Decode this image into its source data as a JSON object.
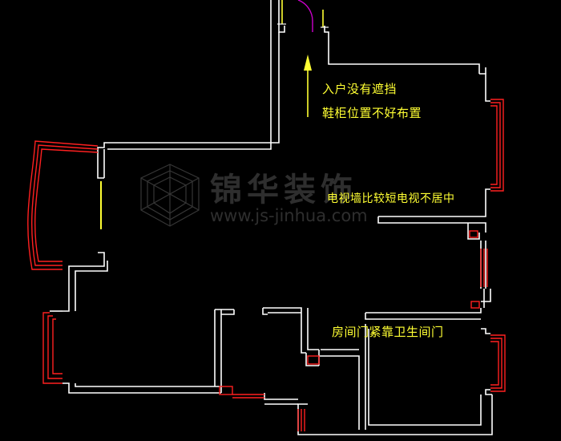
{
  "annotations": {
    "entry_no_screen": "入户没有遮挡",
    "shoe_cabinet": "鞋柜位置不好布置",
    "tv_wall": "电视墙比较短电视不居中",
    "bedroom_door": "房间门紧靠卫生间门"
  },
  "watermark": {
    "brand": "锦华装饰",
    "url": "www.js-jinhua.com"
  },
  "colors": {
    "background": "#000000",
    "wall": "#ffffff",
    "window": "#ff2020",
    "annotation": "#ffff33",
    "door_swing": "#cc00cc"
  }
}
